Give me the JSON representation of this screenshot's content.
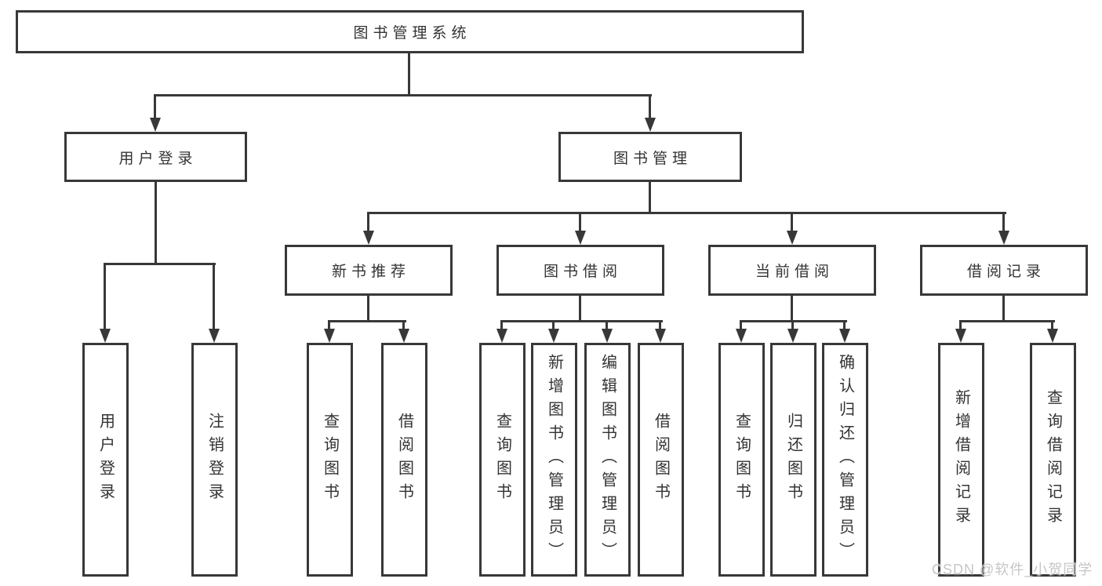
{
  "tree": {
    "root": {
      "label": "图书管理系统",
      "children": [
        {
          "label": "用户登录",
          "children": [
            {
              "label": "用户登录"
            },
            {
              "label": "注销登录"
            }
          ]
        },
        {
          "label": "图书管理",
          "children": [
            {
              "label": "新书推荐",
              "children": [
                {
                  "label": "查询图书"
                },
                {
                  "label": "借阅图书"
                }
              ]
            },
            {
              "label": "图书借阅",
              "children": [
                {
                  "label": "查询图书"
                },
                {
                  "label": "新增图书（管理员）"
                },
                {
                  "label": "编辑图书（管理员）"
                },
                {
                  "label": "借阅图书"
                }
              ]
            },
            {
              "label": "当前借阅",
              "children": [
                {
                  "label": "查询图书"
                },
                {
                  "label": "归还图书"
                },
                {
                  "label": "确认归还（管理员）"
                }
              ]
            },
            {
              "label": "借阅记录",
              "children": [
                {
                  "label": "新增借阅记录"
                },
                {
                  "label": "查询借阅记录"
                }
              ]
            }
          ]
        }
      ]
    }
  },
  "colors": {
    "line": "#383838",
    "text": "#333333",
    "watermark": "#c6c6c6",
    "background": "#ffffff"
  },
  "watermark": {
    "text": "CSDN @软件_小贺同学"
  }
}
